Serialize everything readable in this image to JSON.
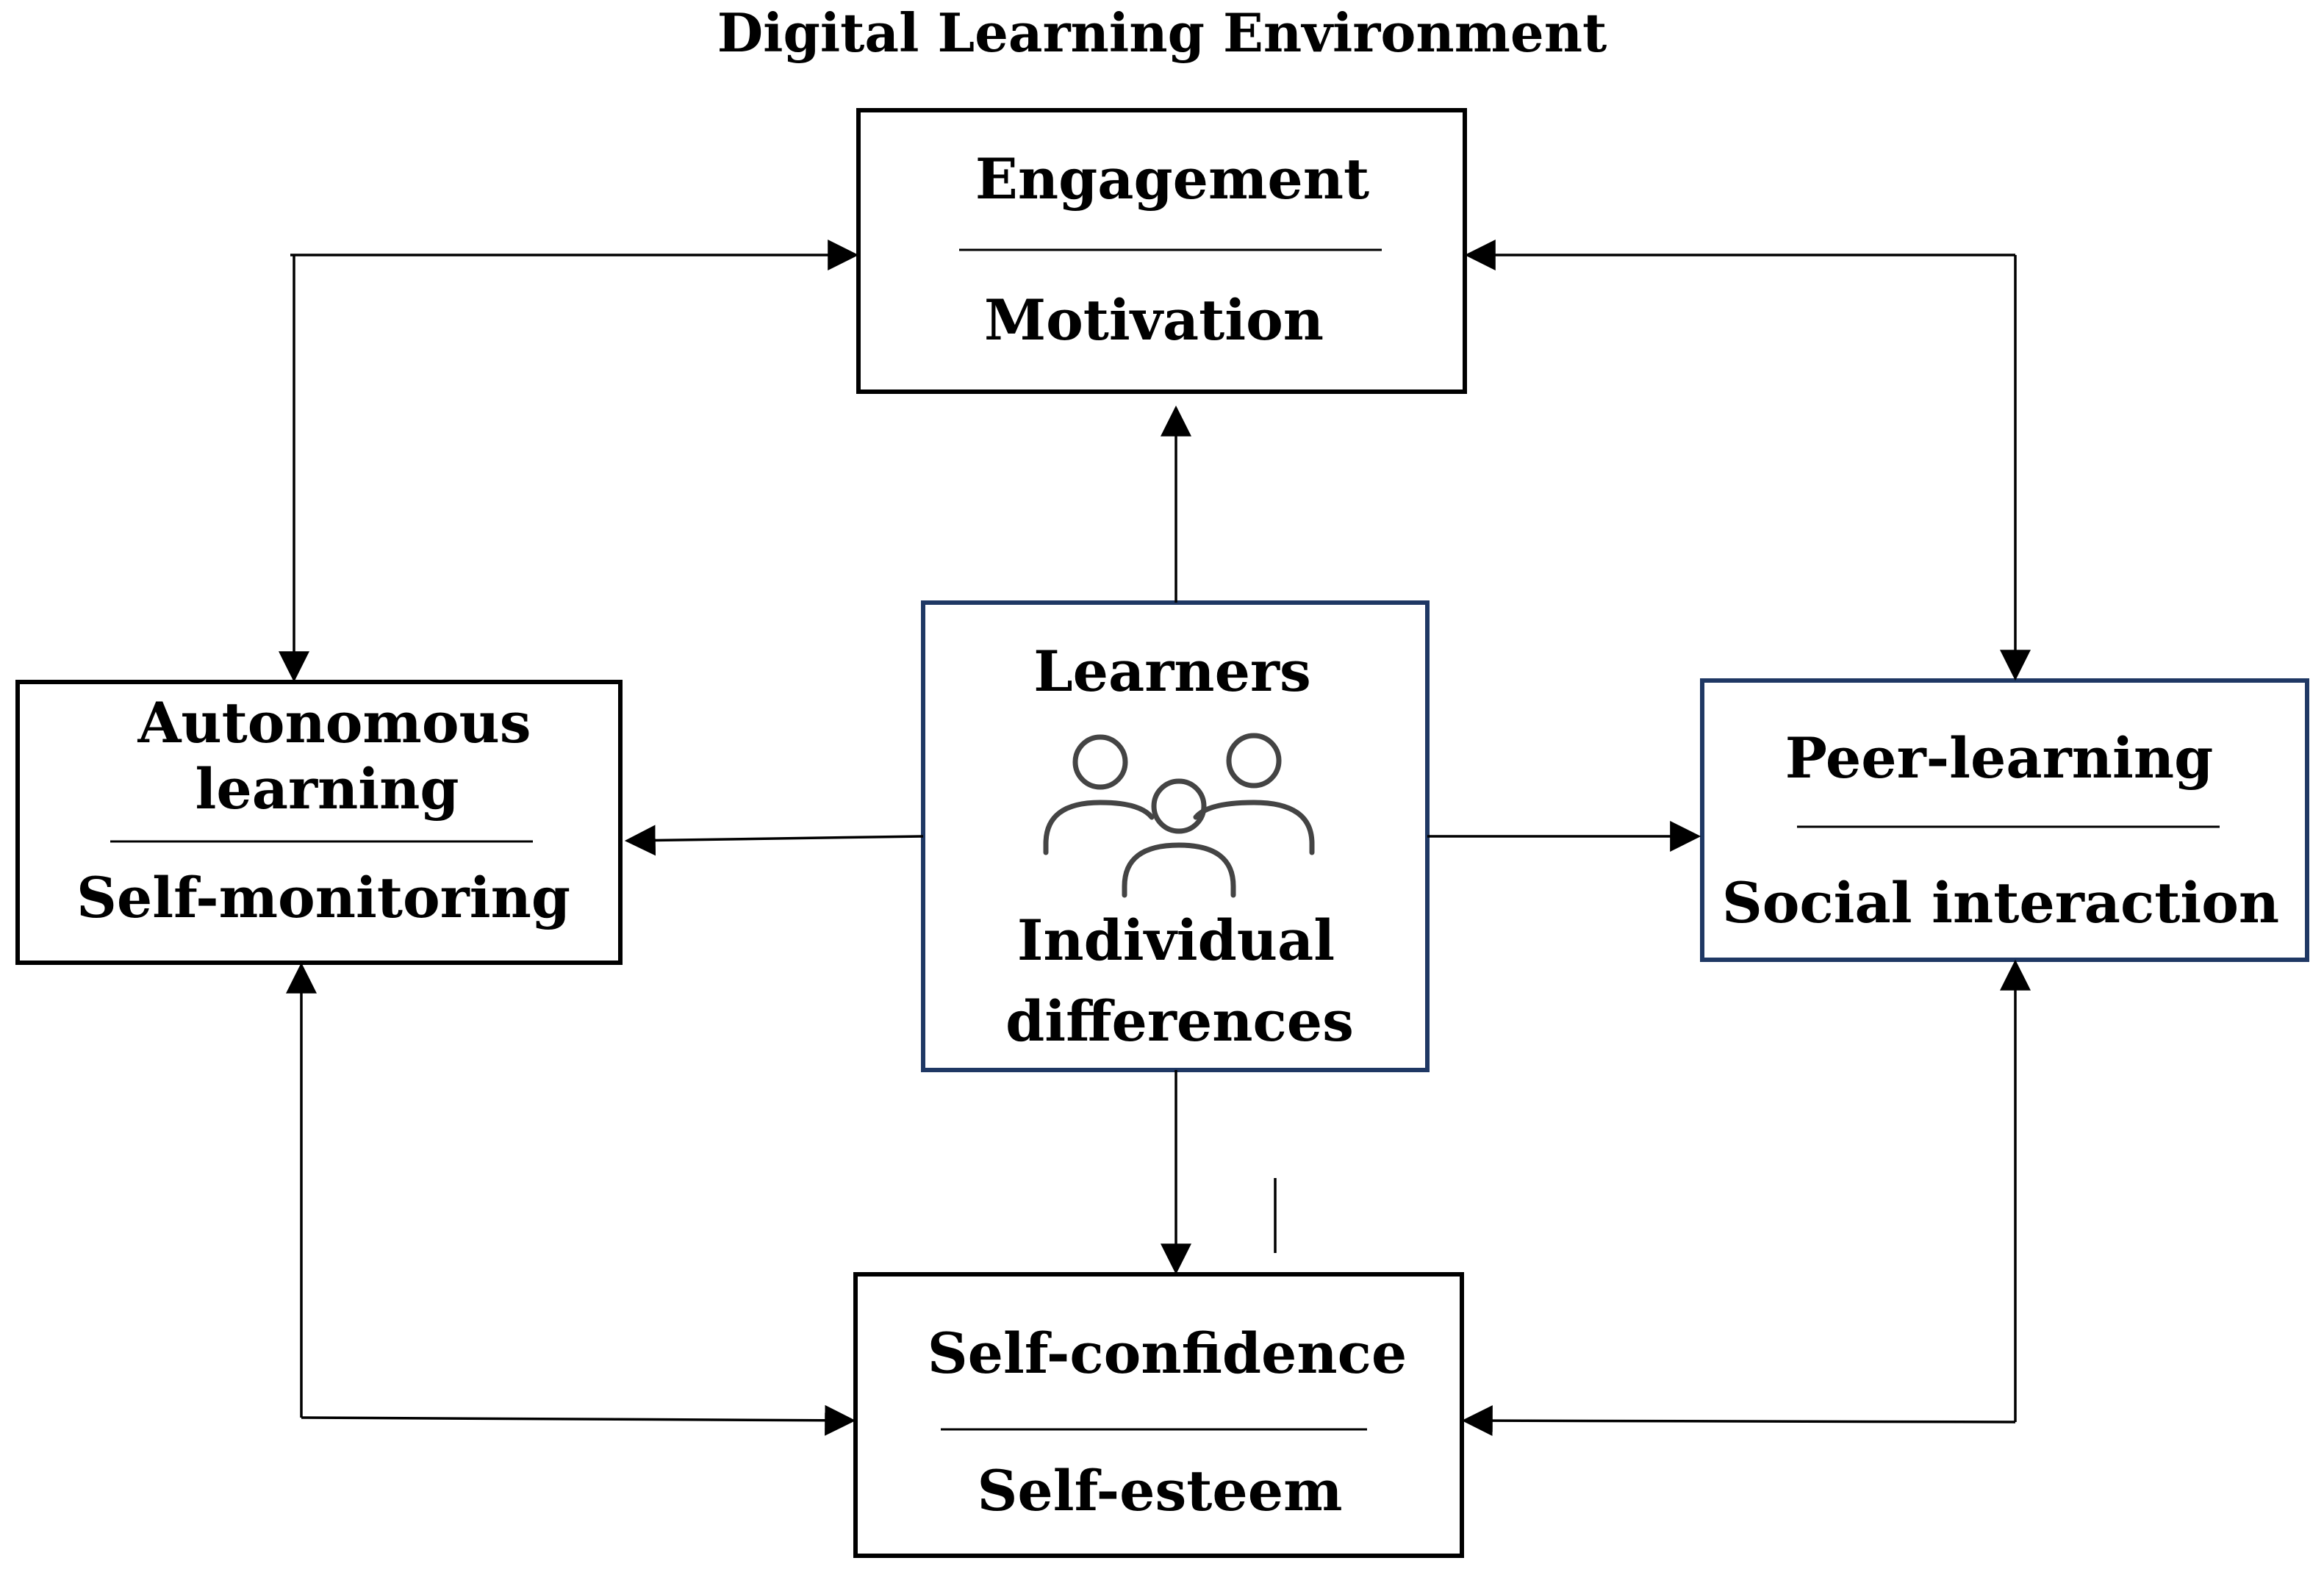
{
  "title": "Digital Learning Environment",
  "boxes": {
    "top": {
      "primary": "Engagement",
      "secondary": "Motivation"
    },
    "left": {
      "primary_line1": "Autonomous",
      "primary_line2": "learning",
      "secondary": "Self-monitoring"
    },
    "right": {
      "primary": "Peer-learning",
      "secondary": "Social interaction"
    },
    "bottom": {
      "primary": "Self-confidence",
      "secondary": "Self-esteem"
    },
    "center": {
      "top": "Learners",
      "bottom_line1": "Individual",
      "bottom_line2": "differences"
    }
  },
  "icon": "people-group-icon",
  "colors": {
    "stroke": "#000000",
    "center_border": "#1f3864",
    "right_border": "#1f3864"
  }
}
